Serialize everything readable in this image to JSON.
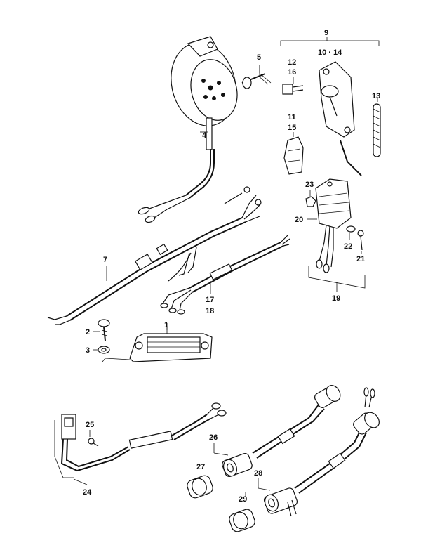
{
  "labels": {
    "p1": "1",
    "p2": "2",
    "p3": "3",
    "p4": "4",
    "p5": "5",
    "p7": "7",
    "p9": "9",
    "p10_14": "10 · 14",
    "p11": "11",
    "p12": "12",
    "p13": "13",
    "p15": "15",
    "p16": "16",
    "p17": "17",
    "p18": "18",
    "p19": "19",
    "p20": "20",
    "p21": "21",
    "p22": "22",
    "p23": "23",
    "p24": "24",
    "p25": "25",
    "p26": "26",
    "p27": "27",
    "p28": "28",
    "p29": "29"
  }
}
